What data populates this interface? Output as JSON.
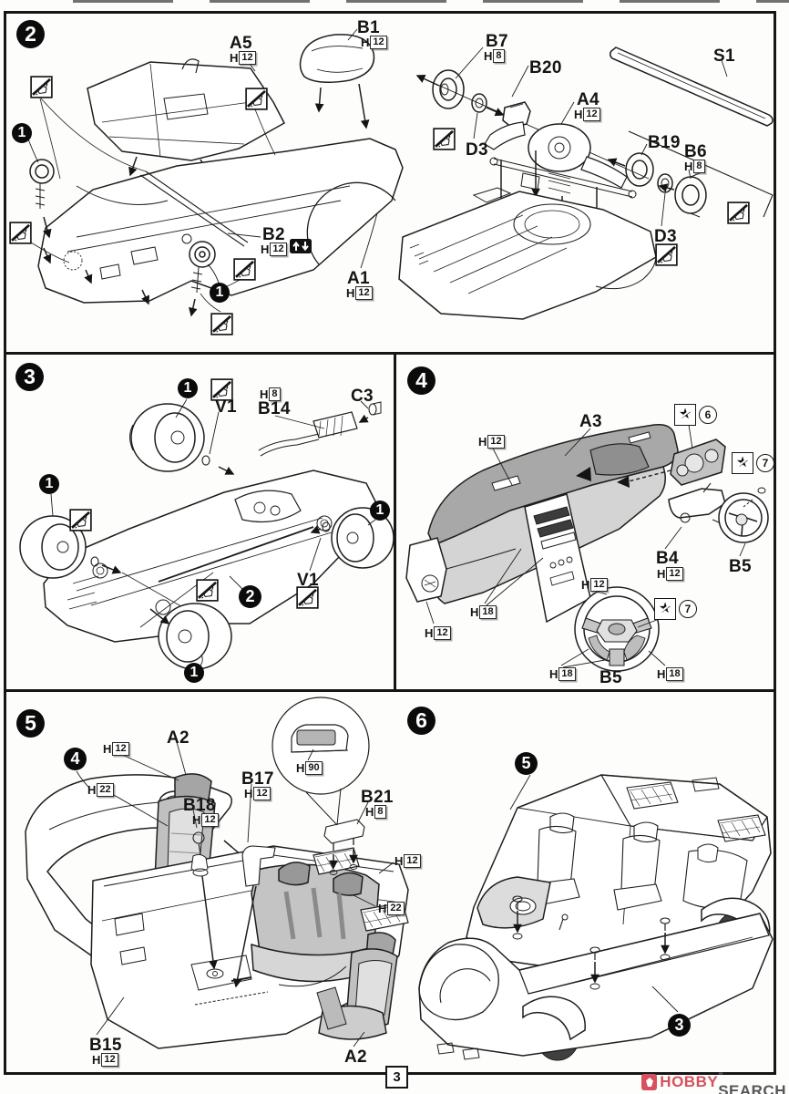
{
  "page": {
    "number": "3"
  },
  "watermark": {
    "brand_red": "HOBBY",
    "brand_gray": "-SEARCH",
    "red": "#d6505e",
    "gray": "#55565a"
  },
  "paint_prefix": "H",
  "icons": {
    "star": "★"
  },
  "badges": {
    "s2": "2",
    "s3": "3",
    "s4": "4",
    "s5": "5",
    "s6": "6"
  },
  "callouts": {
    "one": "1",
    "two": "2",
    "three": "3",
    "four": "4",
    "five": "5"
  },
  "steps": {
    "s2": {
      "a5": {
        "n": "A5",
        "p": "12"
      },
      "b1": {
        "n": "B1",
        "p": "12"
      },
      "b2": {
        "n": "B2",
        "p": "12"
      },
      "a1": {
        "n": "A1",
        "p": "12"
      },
      "b7": {
        "n": "B7",
        "p": "8"
      },
      "b20": {
        "n": "B20"
      },
      "a4": {
        "n": "A4",
        "p": "12"
      },
      "s1": {
        "n": "S1"
      },
      "b19": {
        "n": "B19"
      },
      "b6": {
        "n": "B6",
        "p": "8"
      },
      "d3a": {
        "n": "D3"
      },
      "d3b": {
        "n": "D3"
      }
    },
    "s3": {
      "v1a": {
        "n": "V1"
      },
      "v1b": {
        "n": "V1"
      },
      "b14": {
        "n": "B14",
        "p": "8"
      },
      "c3": {
        "n": "C3"
      }
    },
    "s4": {
      "a3": {
        "n": "A3"
      },
      "b4": {
        "n": "B4",
        "p": "12"
      },
      "b5a": {
        "n": "B5"
      },
      "b5b": {
        "n": "B5"
      },
      "p12a": "12",
      "p12b": "12",
      "p12c": "12",
      "p18a": "18",
      "p18b": "18",
      "p18c": "18",
      "sticker6": "6",
      "sticker7a": "7",
      "sticker7b": "7"
    },
    "s5": {
      "a2a": {
        "n": "A2"
      },
      "a2b": {
        "n": "A2"
      },
      "b17": {
        "n": "B17",
        "p": "12"
      },
      "b18": {
        "n": "B18",
        "p": "12"
      },
      "b21": {
        "n": "B21",
        "p": "8"
      },
      "b15": {
        "n": "B15",
        "p": "12"
      },
      "p12a": "12",
      "p22a": "22",
      "p90": "90",
      "p12b": "12",
      "p22b": "22"
    },
    "s6": {}
  }
}
